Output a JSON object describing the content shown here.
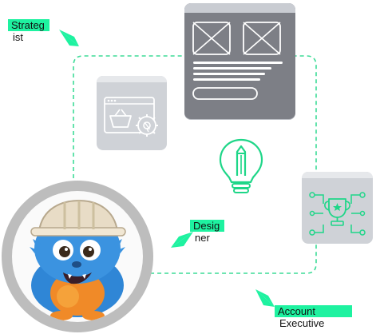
{
  "roles": {
    "strategist": {
      "line1": "Strateg",
      "line2": "ist"
    },
    "designer": {
      "line1": "Desig",
      "line2": "ner"
    },
    "account_executive": {
      "line1": "Account",
      "line2": "Executive"
    }
  },
  "colors": {
    "accent_green": "#1ef2a0",
    "loop_line": "#3ddc97",
    "card_dark": "#7d7f86",
    "card_light": "#cfd2d7",
    "avatar_ring": "#bdbdbd"
  },
  "icons": [
    "wireframe-layout-icon",
    "shopping-basket-settings-icon",
    "pencil-lightbulb-icon",
    "trophy-network-icon",
    "furry-monster-mascot"
  ]
}
